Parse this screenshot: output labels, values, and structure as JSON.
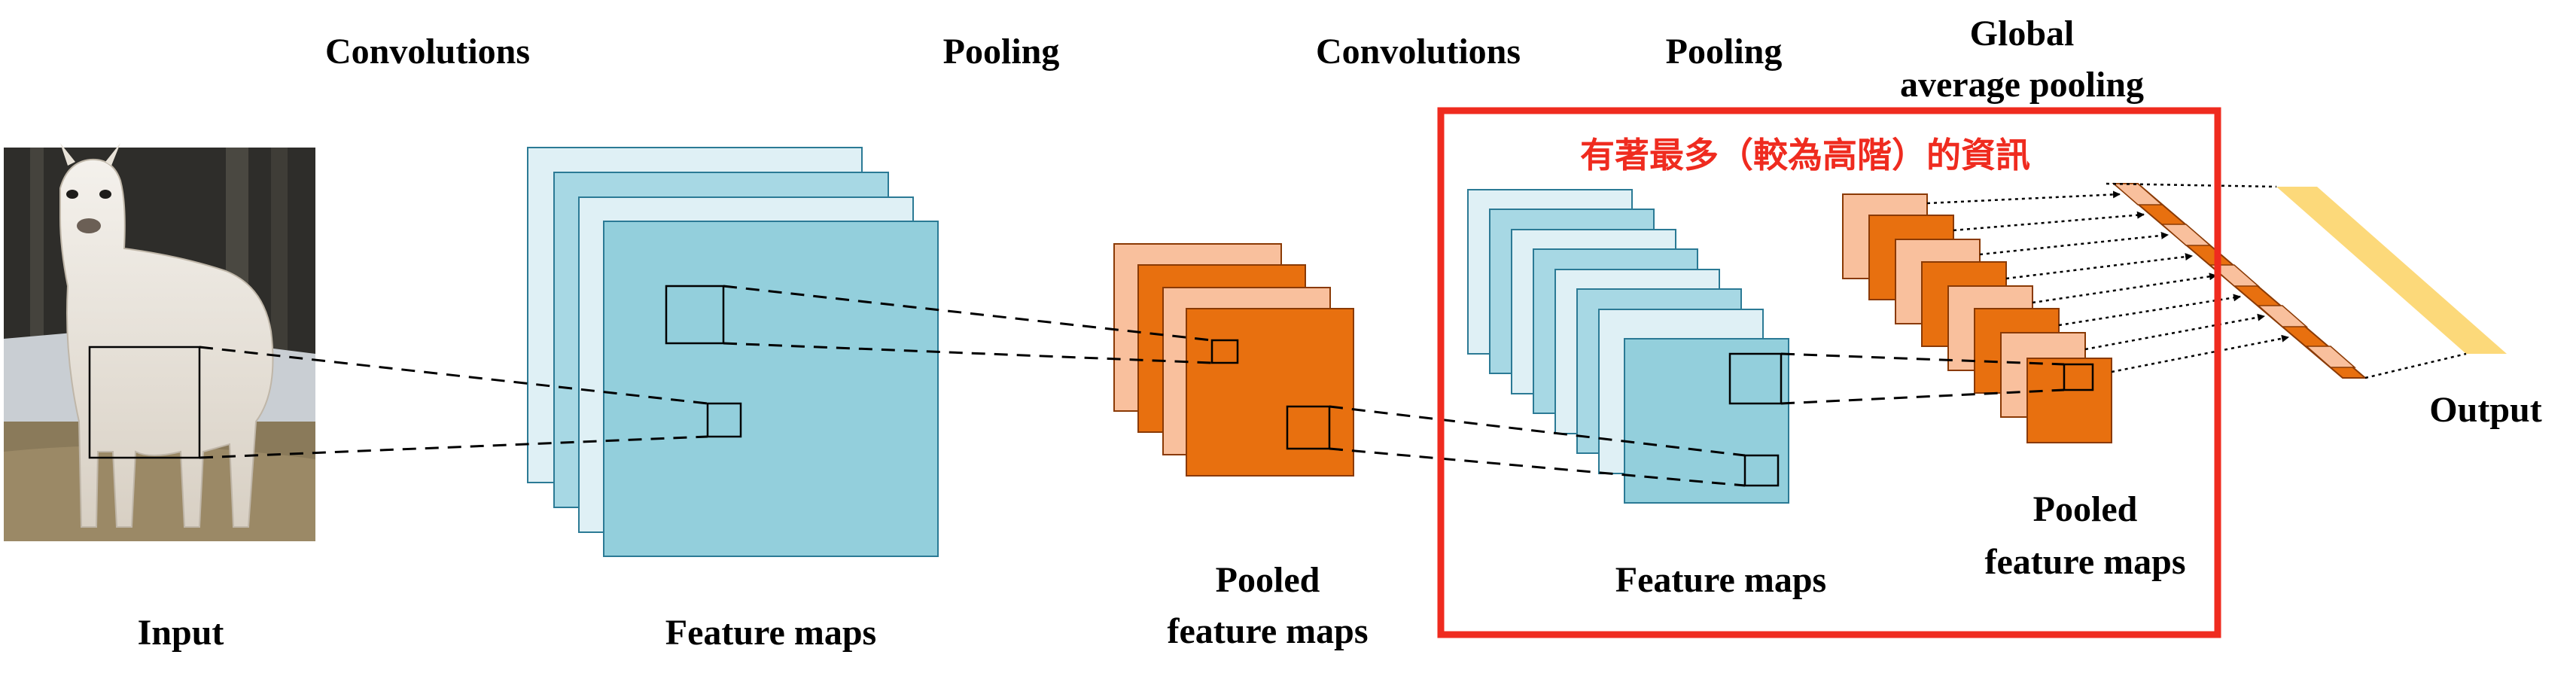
{
  "labels": {
    "convolutions_1": "Convolutions",
    "pooling_1": "Pooling",
    "convolutions_2": "Convolutions",
    "pooling_2": "Pooling",
    "global_line1": "Global",
    "global_line2": "average pooling",
    "input": "Input",
    "feature_maps_1": "Feature maps",
    "pooled_1_line1": "Pooled",
    "pooled_1_line2": "feature maps",
    "feature_maps_2": "Feature maps",
    "pooled_2_line1": "Pooled",
    "pooled_2_line2": "feature maps",
    "output": "Output",
    "highlight_note": "有著最多（較為高階）的資訊"
  },
  "colors": {
    "cyan_light": "#dff0f5",
    "cyan_mid": "#a7d8e4",
    "cyan_dark": "#93cfdc",
    "cyan_stroke": "#2b7a95",
    "orange_light": "#f9c09d",
    "orange_dark": "#e8700f",
    "orange_stroke": "#8a3a05",
    "yellow": "#fcd97a",
    "highlight_red": "#ef2b1f"
  }
}
